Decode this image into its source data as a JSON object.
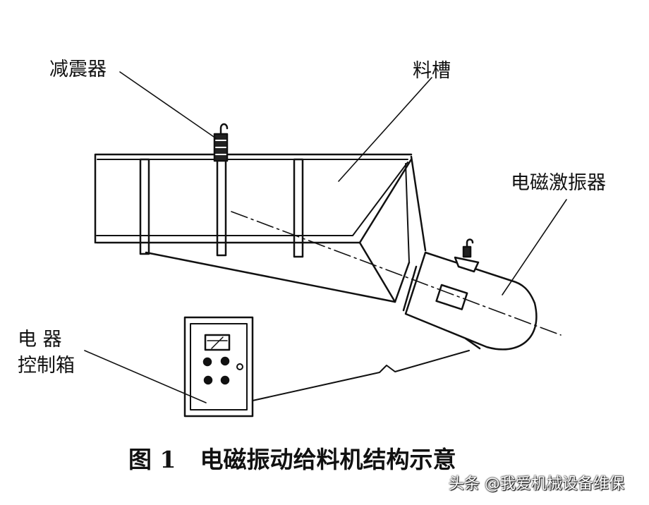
{
  "labels": {
    "damper": "减震器",
    "trough": "料槽",
    "exciter": "电磁激振器",
    "control_box_line1": "电 器",
    "control_box_line2": "控制箱"
  },
  "caption": {
    "number": "图 1",
    "title": "电磁振动给料机结构示意"
  },
  "watermark": "头条 @我爱机械设备维保"
}
